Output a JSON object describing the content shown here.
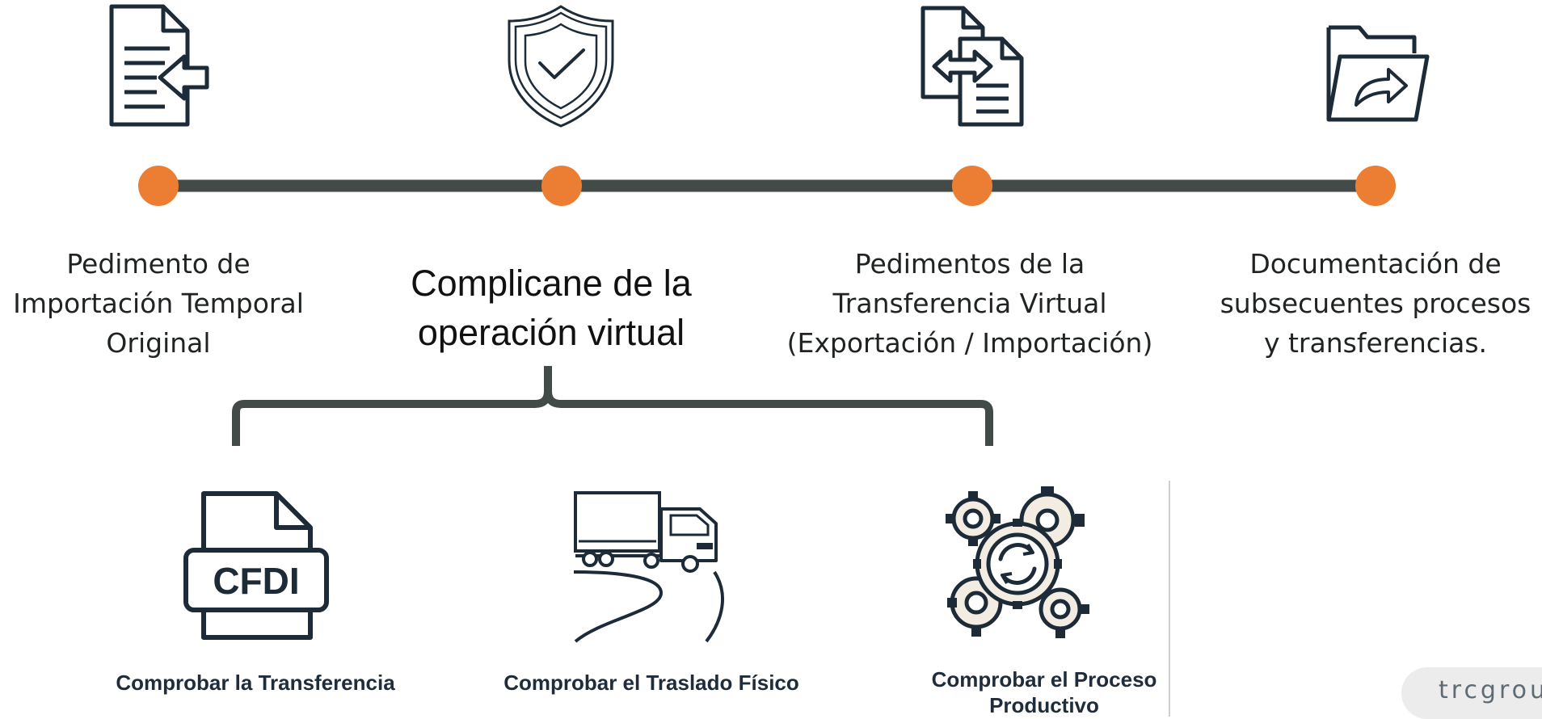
{
  "timeline": {
    "colors": {
      "line": "#424b48",
      "dot": "#ec7e34",
      "icon_stroke": "#1d2b38"
    },
    "milestones": [
      {
        "icon": "document-import-icon",
        "label": "Pedimento de\nImportación Temporal\nOriginal"
      },
      {
        "icon": "shield-check-icon",
        "label": "Complicane de la\noperación virtual"
      },
      {
        "icon": "document-transfer-icon",
        "label": "Pedimentos de la\nTransferencia Virtual\n(Exportación / Importación)"
      },
      {
        "icon": "folder-share-icon",
        "label": "Documentación de\nsubsecuentes procesos\ny transferencias."
      }
    ]
  },
  "checks": [
    {
      "icon": "cfdi-document-icon",
      "icon_text": "CFDI",
      "label": "Comprobar la Transferencia"
    },
    {
      "icon": "truck-road-icon",
      "label": "Comprobar el Traslado Físico"
    },
    {
      "icon": "gears-cycle-icon",
      "label": "Comprobar el Proceso\nProductivo"
    }
  ],
  "brand": {
    "text": "trcgroup"
  }
}
